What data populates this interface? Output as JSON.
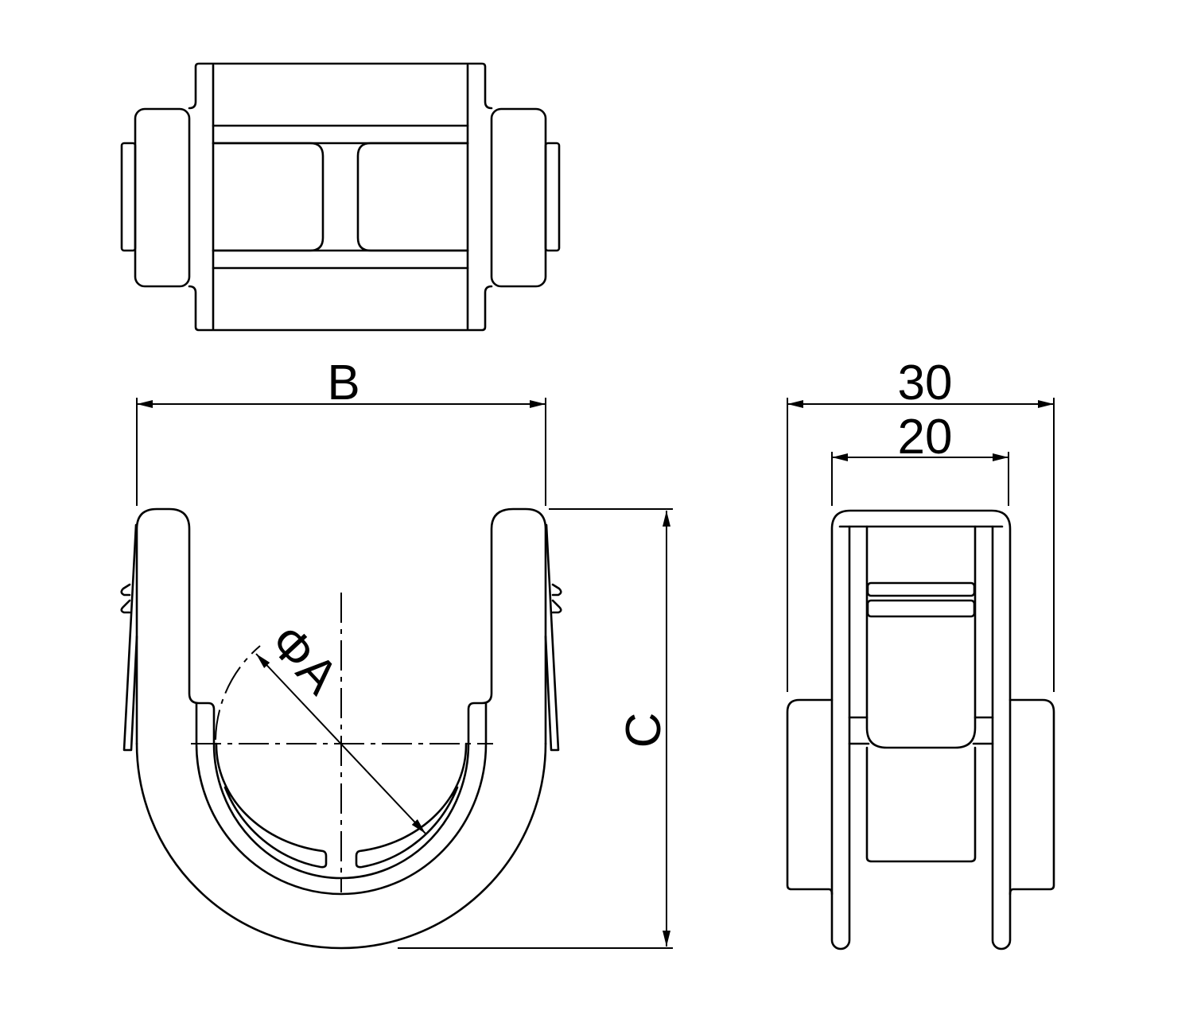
{
  "drawing": {
    "views": [
      "top-view",
      "front-view",
      "side-view"
    ],
    "dimensions": {
      "width_label": "B",
      "height_label": "C",
      "diameter_label": "ΦA",
      "outer_width": "30",
      "inner_width": "20"
    },
    "line_color": "#000000",
    "background": "#ffffff"
  }
}
